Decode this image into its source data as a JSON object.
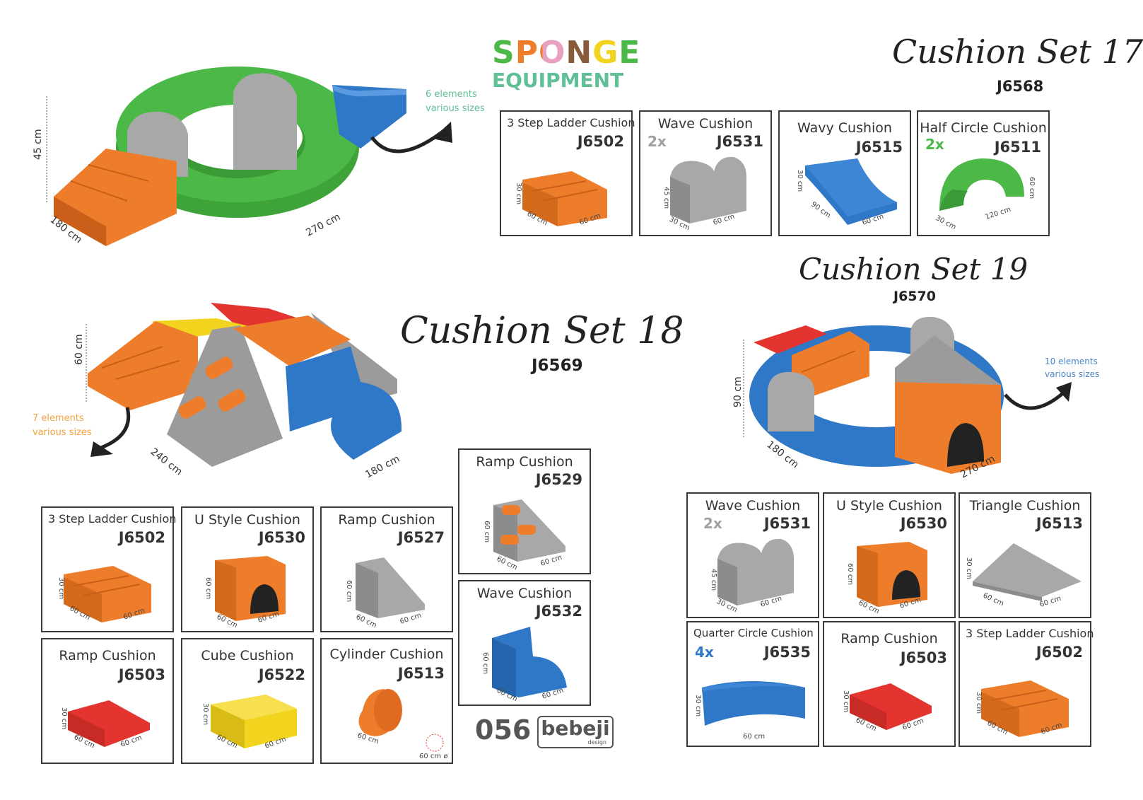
{
  "brand": {
    "line1": "SPONGE",
    "line2": "EQUIPMENT"
  },
  "set17": {
    "title": "Cushion Set 17",
    "code": "J6568",
    "note": [
      "6 elements",
      "various sizes"
    ],
    "dims": {
      "h": "45 cm",
      "w": "180 cm",
      "d": "270 cm"
    },
    "items": [
      {
        "name": "3 Step Ladder Cushion",
        "code": "J6502",
        "qty": "",
        "d1": "30 cm",
        "d2": "60 cm",
        "d3": "60 cm"
      },
      {
        "name": "Wave Cushion",
        "code": "J6531",
        "qty": "2x",
        "d1": "45 cm",
        "d2": "30 cm",
        "d3": "60 cm"
      },
      {
        "name": "Wavy Cushion",
        "code": "J6515",
        "qty": "",
        "d1": "30 cm",
        "d2": "90 cm",
        "d3": "60 cm"
      },
      {
        "name": "Half Circle Cushion",
        "code": "J6511",
        "qty": "2x",
        "d1": "60 cm",
        "d2": "30 cm",
        "d3": "120 cm"
      }
    ]
  },
  "set18": {
    "title": "Cushion Set 18",
    "code": "J6569",
    "note": [
      "7 elements",
      "various sizes"
    ],
    "dims": {
      "h": "60 cm",
      "w": "240 cm",
      "d": "180 cm"
    },
    "items": [
      {
        "name": "3 Step Ladder Cushion",
        "code": "J6502",
        "d1": "30 cm",
        "d2": "60 cm",
        "d3": "60 cm"
      },
      {
        "name": "U Style Cushion",
        "code": "J6530",
        "d1": "60 cm",
        "d2": "60 cm",
        "d3": "60 cm"
      },
      {
        "name": "Ramp Cushion",
        "code": "J6527",
        "d1": "60 cm",
        "d2": "60 cm",
        "d3": "60 cm"
      },
      {
        "name": "Ramp Cushion",
        "code": "J6529",
        "d1": "60 cm",
        "d2": "60 cm",
        "d3": "60 cm"
      },
      {
        "name": "Ramp Cushion",
        "code": "J6503",
        "d1": "30 cm",
        "d2": "60 cm",
        "d3": "60 cm"
      },
      {
        "name": "Cube Cushion",
        "code": "J6522",
        "d1": "30 cm",
        "d2": "60 cm",
        "d3": "60 cm"
      },
      {
        "name": "Cylinder Cushion",
        "code": "J6513",
        "d1": "60 cm",
        "d2": "60 cm ø"
      },
      {
        "name": "Wave Cushion",
        "code": "J6532",
        "d1": "60 cm",
        "d2": "60 cm",
        "d3": "60 cm"
      }
    ]
  },
  "set19": {
    "title": "Cushion Set 19",
    "code": "J6570",
    "note": [
      "10 elements",
      "various sizes"
    ],
    "dims": {
      "h": "90 cm",
      "w": "180 cm",
      "d": "270 cm"
    },
    "items": [
      {
        "name": "Wave Cushion",
        "code": "J6531",
        "qty": "2x",
        "d1": "45 cm",
        "d2": "30 cm",
        "d3": "60 cm"
      },
      {
        "name": "U Style Cushion",
        "code": "J6530",
        "qty": "",
        "d1": "60 cm",
        "d2": "60 cm",
        "d3": "60 cm"
      },
      {
        "name": "Triangle Cushion",
        "code": "J6513",
        "qty": "",
        "d1": "30 cm",
        "d2": "60 cm",
        "d3": "60 cm"
      },
      {
        "name": "Quarter Circle Cushion",
        "code": "J6535",
        "qty": "4x",
        "d1": "30 cm",
        "d2": "60 cm"
      },
      {
        "name": "Ramp Cushion",
        "code": "J6503",
        "qty": "",
        "d1": "30 cm",
        "d2": "60 cm",
        "d3": "60 cm"
      },
      {
        "name": "3 Step Ladder Cushion",
        "code": "J6502",
        "qty": "",
        "d1": "30 cm",
        "d2": "60 cm",
        "d3": "60 cm"
      }
    ]
  },
  "footer": {
    "page": "056",
    "logo": "bebeji",
    "logo_sub": "design"
  },
  "colors": {
    "orange": "#ee7d2b",
    "green": "#4cb848",
    "blue": "#2f78c8",
    "gray": "#a2a2a2",
    "red": "#e3342f",
    "yellow": "#f2d41f"
  }
}
